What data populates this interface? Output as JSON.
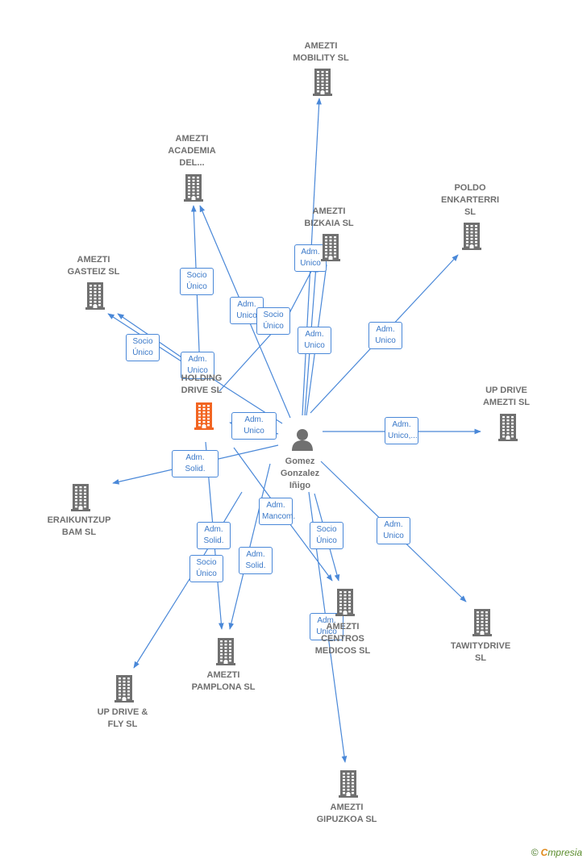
{
  "colors": {
    "company": "#707070",
    "focus": "#f26522",
    "person": "#707070",
    "edge": "#4a88d8",
    "label": "#6f6f6f"
  },
  "nodes": [
    {
      "id": "mobility",
      "label": "AMEZTI\nMOBILITY  SL",
      "kind": "company"
    },
    {
      "id": "academia",
      "label": "AMEZTI\nACADEMIA\nDEL...",
      "kind": "company"
    },
    {
      "id": "poldo",
      "label": "POLDO\nENKARTERRI\nSL",
      "kind": "company"
    },
    {
      "id": "bizkaia",
      "label": "AMEZTI\nBIZKAIA  SL",
      "kind": "company"
    },
    {
      "id": "gasteiz",
      "label": "AMEZTI\nGASTEIZ  SL",
      "kind": "company"
    },
    {
      "id": "holding",
      "label": "HOLDING\nDRIVE  SL",
      "kind": "focus"
    },
    {
      "id": "updrive",
      "label": "UP DRIVE\nAMEZTI  SL",
      "kind": "company"
    },
    {
      "id": "person",
      "label": "Gomez\nGonzalez\nIñigo",
      "kind": "person"
    },
    {
      "id": "eraikuntzup",
      "label": "ERAIKUNTZUP\nBAM  SL",
      "kind": "company"
    },
    {
      "id": "centros",
      "label": "AMEZTI\nCENTROS\nMEDICOS  SL",
      "kind": "company"
    },
    {
      "id": "tawity",
      "label": "TAWITYDRIVE\nSL",
      "kind": "company"
    },
    {
      "id": "pamplona",
      "label": "AMEZTI\nPAMPLONA  SL",
      "kind": "company"
    },
    {
      "id": "fly",
      "label": "UP DRIVE &\nFLY  SL",
      "kind": "company"
    },
    {
      "id": "gipuzkoa",
      "label": "AMEZTI\nGIPUZKOA  SL",
      "kind": "company"
    }
  ],
  "edge_labels": [
    "Adm.\nUnico",
    "Adm.\nUnico",
    "Socio\nÚnico",
    "Adm.\nUnico",
    "Socio\nÚnico",
    "Adm.\nUnico",
    "Socio\nÚnico",
    "Adm.\nUnico",
    "Adm.\nUnico",
    "Adm.\nUnico,...",
    "Adm.\nSolid.",
    "Adm.\nMancom.",
    "Socio\nÚnico",
    "Adm.\nUnico",
    "Adm.\nSolid.",
    "Socio\nÚnico",
    "Adm.\nSolid.",
    "Adm.\nUnico",
    "Adm.\nUnico"
  ],
  "footer": {
    "copyright": "©",
    "brand_initial": "C",
    "brand_rest": "mpresia"
  }
}
